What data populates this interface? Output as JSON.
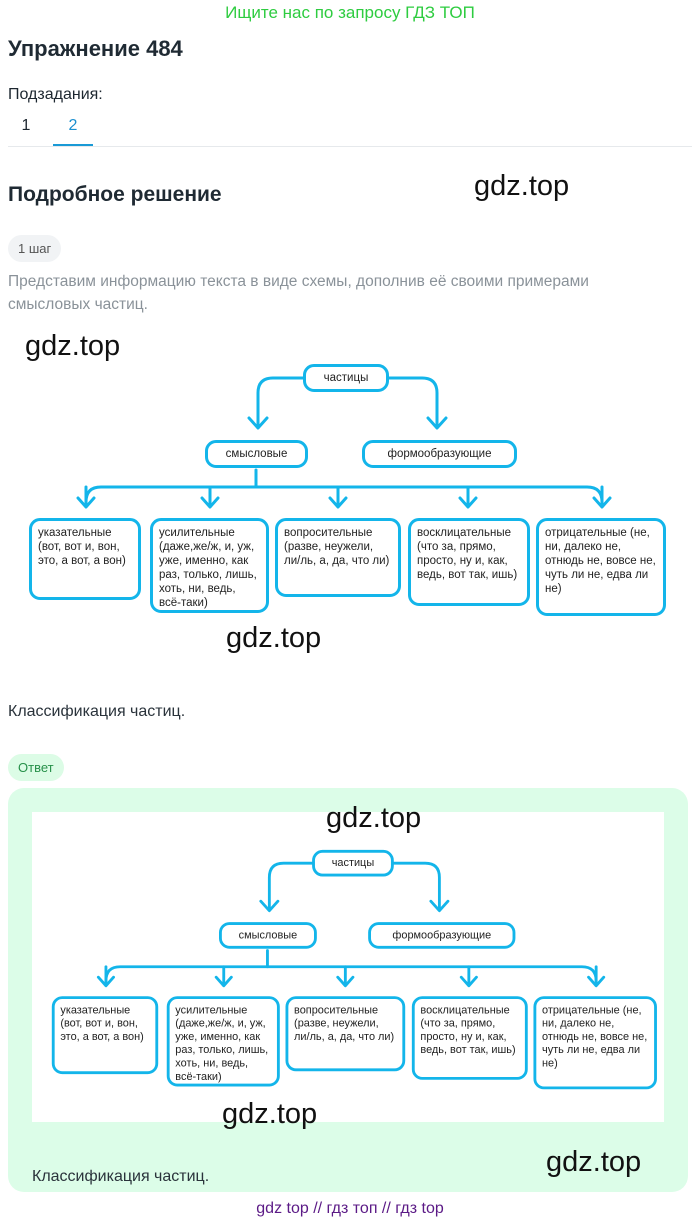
{
  "promo": "Ищите нас по запросу ГДЗ ТОП",
  "title": "Упражнение 484",
  "subtasks_label": "Подзадания:",
  "tabs": [
    {
      "label": "1",
      "active": false
    },
    {
      "label": "2",
      "active": true
    }
  ],
  "section_title": "Подробное решение",
  "step_badge": "1 шаг",
  "step_text": "Представим информацию текста в виде схемы, дополнив её своими примерами смысловых частиц.",
  "watermark": "gdz.top",
  "caption": "Классификация частиц.",
  "answer_badge": "Ответ",
  "answer_caption": "Классификация частиц.",
  "footer": "gdz top  //  гдз топ  //  гдз top",
  "colors": {
    "accent": "#13b5ea",
    "promo": "#2ecc40",
    "answer_bg": "#dcfde8"
  },
  "diagram": {
    "root": "частицы",
    "level2": [
      "смысловые",
      "формообразующие"
    ],
    "leaves": [
      "указательные (вот, вот и, вон, это, а вот, а вон)",
      "усилительные (даже,же/ж, и, уж, уже, именно, как раз, только, лишь, хоть, ни, ведь, всё-таки)",
      "вопросительные (разве, неужели, ли/ль, а, да, что ли)",
      "восклицательные (что за, прямо, просто, ну и, как, ведь, вот так, ишь)",
      "отрицательные (не, ни, далеко не, отнюдь не, вовсе не, чуть ли не, едва ли не)"
    ]
  }
}
